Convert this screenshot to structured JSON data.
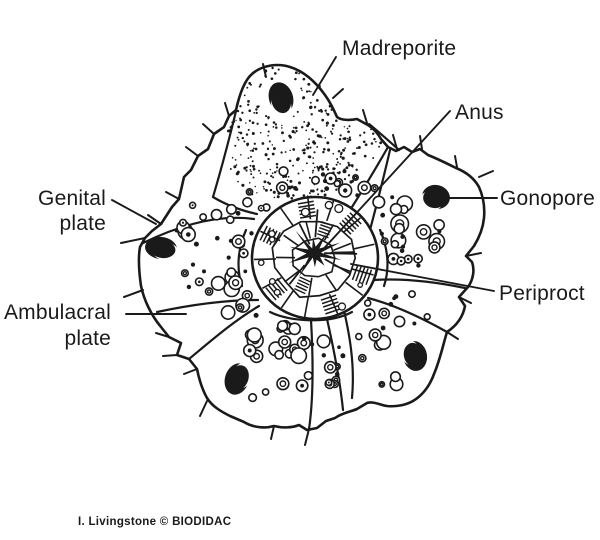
{
  "labels": {
    "madreporite": "Madreporite",
    "anus": "Anus",
    "genital_plate": {
      "line1": "Genital",
      "line2": "plate"
    },
    "gonopore": "Gonopore",
    "ambulacral_plate": {
      "line1": "Ambulacral",
      "line2": "plate"
    },
    "periproct": "Periproct"
  },
  "credit": "I. Livingstone © BIODIDAC",
  "colors": {
    "ink": "#1a1a1a",
    "background": "#ffffff"
  }
}
